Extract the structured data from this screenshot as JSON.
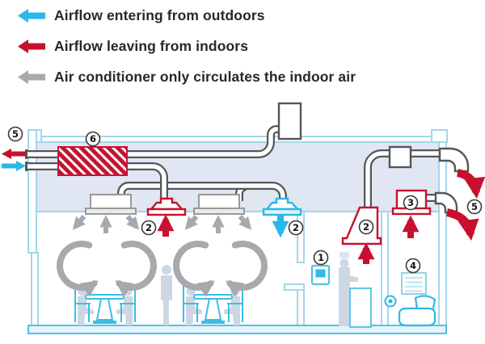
{
  "legend": {
    "items": [
      {
        "name": "airflow-entering",
        "label": "Airflow entering from outdoors",
        "color": "#29b8ea",
        "direction": "left"
      },
      {
        "name": "airflow-leaving",
        "label": "Airflow leaving from indoors",
        "color": "#c8102e",
        "direction": "left"
      },
      {
        "name": "ac-circulates",
        "label": "Air conditioner only circulates the indoor air",
        "color": "#a7a9ac",
        "direction": "left"
      }
    ]
  },
  "diagram": {
    "callouts": [
      {
        "label": "1",
        "name": "wall-mounted-unit"
      },
      {
        "label": "2",
        "name": "exhaust-grille-dining"
      },
      {
        "label": "2",
        "name": "supply-diffuser-dining"
      },
      {
        "label": "2",
        "name": "kitchen-exhaust-hood"
      },
      {
        "label": "3",
        "name": "toilet-exhaust-fan"
      },
      {
        "label": "4",
        "name": "natural-vent-window"
      },
      {
        "label": "5",
        "name": "outdoor-vent-left"
      },
      {
        "label": "5",
        "name": "outdoor-vent-right"
      },
      {
        "label": "6",
        "name": "heat-exchange-ventilator"
      }
    ],
    "colors": {
      "intake": "#29b8ea",
      "exhaust": "#c8102e",
      "circulation": "#a7a9ac",
      "wall": "#a2d6e9",
      "plenum": "#e0e6f2",
      "duct": "#54565a",
      "heat_exchanger": "#c41432"
    }
  }
}
